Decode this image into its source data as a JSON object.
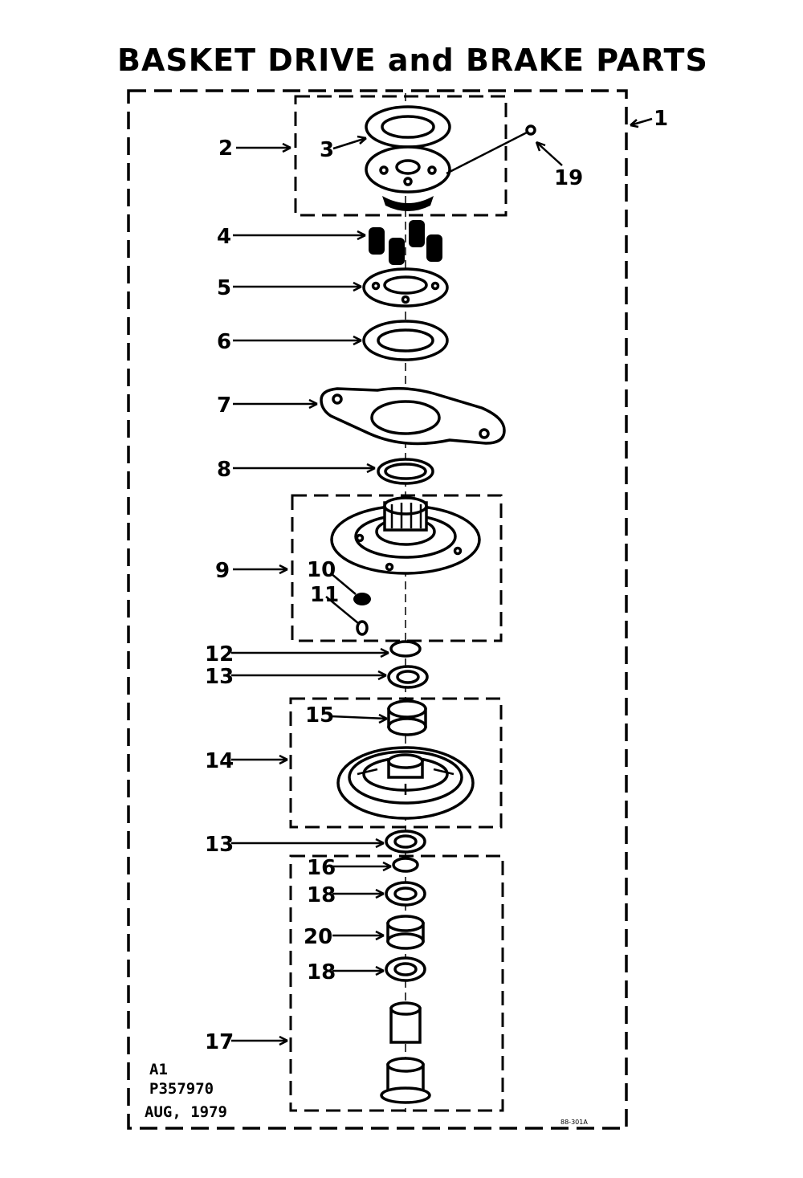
{
  "diagram": {
    "title": "BASKET DRIVE and BRAKE PARTS",
    "callouts": {
      "c1": "1",
      "c2": "2",
      "c3": "3",
      "c4": "4",
      "c5": "5",
      "c6": "6",
      "c7": "7",
      "c8": "8",
      "c9": "9",
      "c10": "10",
      "c11": "11",
      "c12": "12",
      "c13a": "13",
      "c13b": "13",
      "c14": "14",
      "c15": "15",
      "c16": "16",
      "c17": "17",
      "c18a": "18",
      "c18b": "18",
      "c19": "19",
      "c20": "20"
    },
    "note": {
      "line1": "A1",
      "line2": "P357970",
      "line3": "AUG, 1979"
    },
    "drawing_number": "88-301A"
  }
}
